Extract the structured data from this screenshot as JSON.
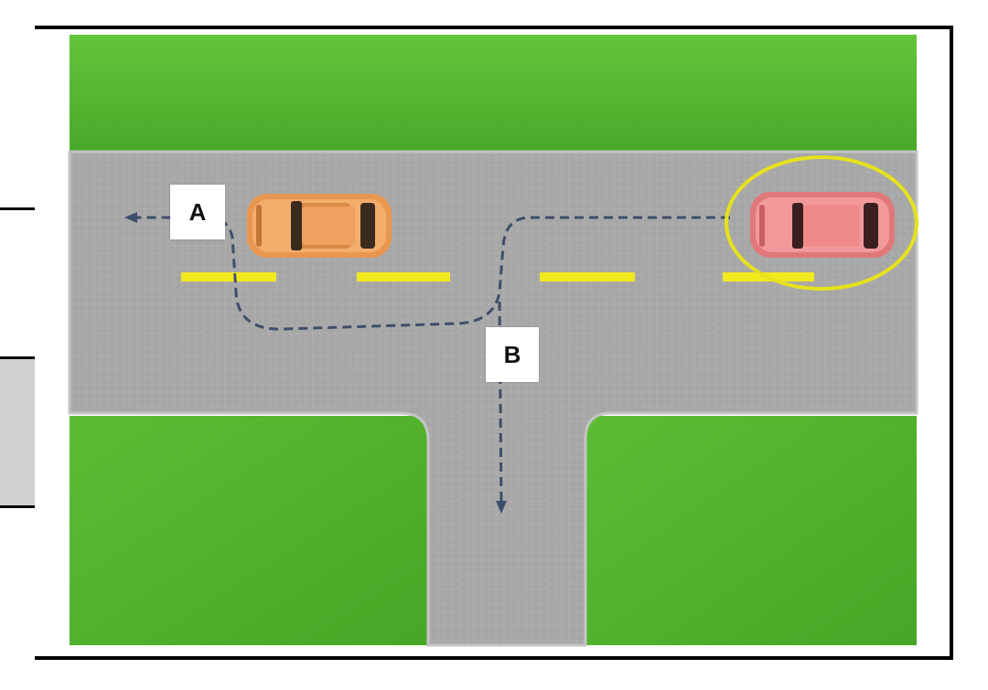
{
  "diagram": {
    "labels": {
      "route_a": "A",
      "route_b": "B"
    },
    "vehicles": [
      {
        "name": "orange-car",
        "color": "#f0a060"
      },
      {
        "name": "red-car",
        "color": "#f08a8a",
        "highlighted": true
      }
    ],
    "colors": {
      "grass": "#55b82e",
      "road": "#a9a9a9",
      "lane_marking": "#f2e81e",
      "route_path": "#3d4f6b",
      "highlight_ring": "#e6e21c",
      "left_panel_fill": "#d0d0d0"
    }
  }
}
